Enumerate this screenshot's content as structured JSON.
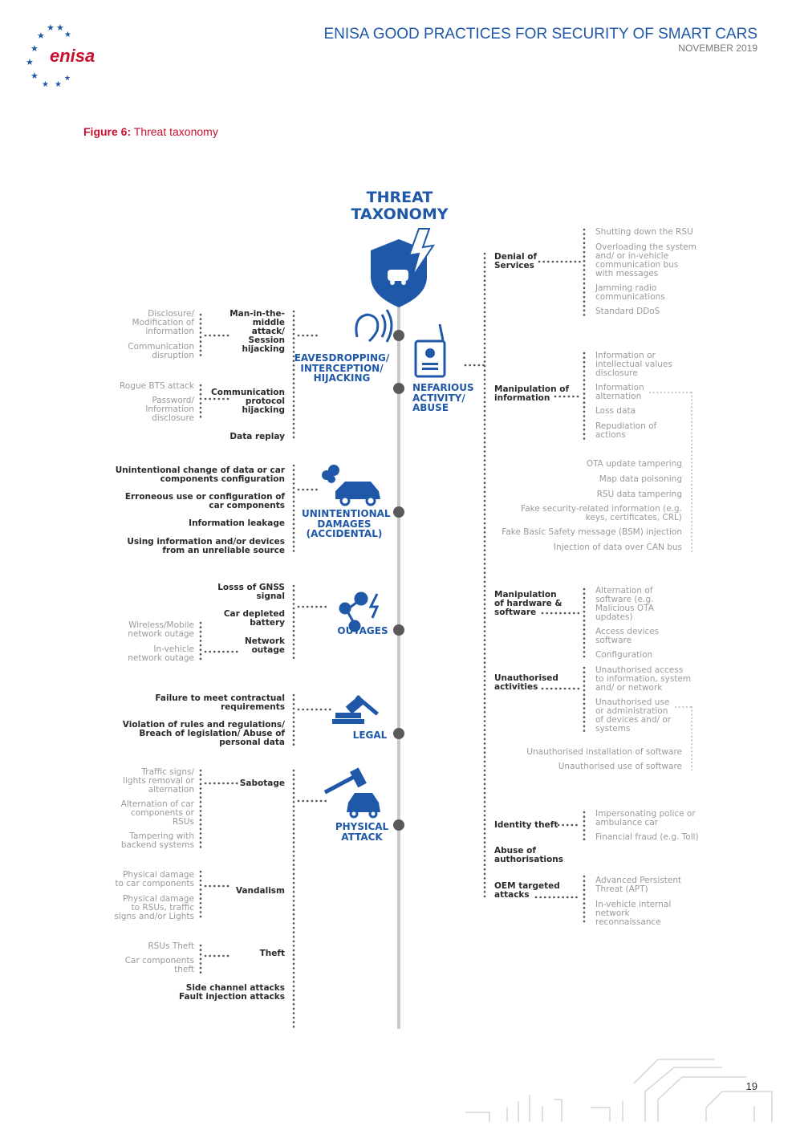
{
  "header": {
    "title": "ENISA GOOD PRACTICES FOR SECURITY OF SMART CARS",
    "date": "NOVEMBER 2019",
    "logo_text": "enisa"
  },
  "figure": {
    "label": "Figure 6:",
    "caption": "Threat taxonomy"
  },
  "diagram": {
    "title": "THREAT TAXONOMY",
    "categories": {
      "eavesdropping": "EAVESDROPPING/ INTERCEPTION/ HIJACKING",
      "nefarious": "NEFARIOUS ACTIVITY/ ABUSE",
      "unintentional": "UNINTENTIONAL DAMAGES (ACCIDENTAL)",
      "outages": "OUTAGES",
      "legal": "LEGAL",
      "physical": "PHYSICAL ATTACK"
    },
    "left": {
      "mitm": "Man-in-the-middle attack/ Session hijacking",
      "mitm_sub1": "Disclosure/ Modification of information",
      "mitm_sub2": "Communication disruption",
      "comm": "Communication protocol hijacking",
      "comm_sub1": "Rogue BTS attack",
      "comm_sub2": "Password/ Information disclosure",
      "replay": "Data replay",
      "u1": "Unintentional change of data or car components configuration",
      "u2": "Erroneous use or configuration of car components",
      "u3": "Information leakage",
      "u4": "Using information and/or devices from an unreliable source",
      "gnss": "Losss of GNSS signal",
      "battery": "Car depleted battery",
      "network": "Network outage",
      "net_sub1": "Wireless/Mobile network outage",
      "net_sub2": "In-vehicle network outage",
      "l1": "Failure to meet contractual requirements",
      "l2": "Violation of rules and regulations/ Breach of legislation/ Abuse of personal data",
      "sabotage": "Sabotage",
      "sab_sub1": "Traffic signs/ lights removal or alternation",
      "sab_sub2": "Alternation of car components or RSUs",
      "sab_sub3": "Tampering with backend systems",
      "vandalism": "Vandalism",
      "van_sub1": "Physical damage to car components",
      "van_sub2": "Physical damage to RSUs, traffic signs and/or Lights",
      "theft": "Theft",
      "theft_sub1": "RSUs Theft",
      "theft_sub2": "Car components theft",
      "side": "Side channel attacks",
      "fault": "Fault injection attacks"
    },
    "right": {
      "dos": "Denial of Services",
      "dos_sub1": "Shutting down the RSU",
      "dos_sub2": "Overloading the system and/ or in-vehicle communication bus with messages",
      "dos_sub3": "Jamming radio communications",
      "dos_sub4": "Standard DDoS",
      "mi": "Manipulation of information",
      "mi_sub1": "Information or intellectual values disclosure",
      "mi_sub2": "Information alternation",
      "mi_sub3": "Loss data",
      "mi_sub4": "Repudiation of actions",
      "alt1": "OTA update tampering",
      "alt2": "Map data poisoning",
      "alt3": "RSU data tampering",
      "alt4": "Fake security-related information (e.g. keys, certificates, CRL)",
      "alt5": "Fake Basic Safety message (BSM) injection",
      "alt6": "Injection of data over CAN bus",
      "mhs": "Manipulation of hardware & software",
      "mhs_sub1": "Alternation of software (e.g. Malicious OTA updates)",
      "mhs_sub2": "Access devices software",
      "mhs_sub3": "Configuration",
      "ua": "Unauthorised activities",
      "ua_sub1": "Unauthorised access to information, system and/ or network",
      "ua_sub2": "Unauthorised use or administration of devices and/ or systems",
      "ua_x1": "Unauthorised installation of software",
      "ua_x2": "Unauthorised use of software",
      "idt": "Identity theft",
      "idt_sub1": "Impersonating police or ambulance car",
      "idt_sub2": "Financial fraud (e.g. Toll)",
      "abuse": "Abuse of authorisations",
      "oem": "OEM targeted attacks",
      "oem_sub1": "Advanced Persistent Threat (APT)",
      "oem_sub2": "In-vehicle internal network reconnaissance"
    }
  },
  "page_number": "19",
  "colors": {
    "brand_blue": "#1f58a8",
    "brand_red": "#c8102e",
    "spine": "#c9c9c9",
    "node": "#5a5a5a"
  }
}
